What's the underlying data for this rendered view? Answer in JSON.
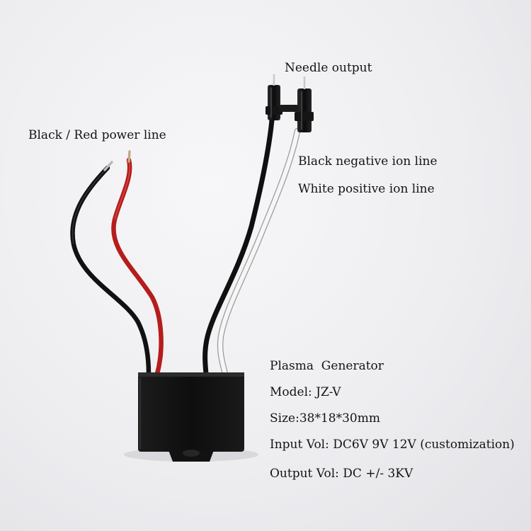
{
  "labels": {
    "needle_output": "Needle output",
    "power_line": "Black / Red power line",
    "negative_ion_line": "Black negative ion line",
    "positive_ion_line": "White positive ion line"
  },
  "specs": {
    "title": "Plasma  Generator",
    "model": "Model: JZ-V",
    "size": "Size:38*18*30mm",
    "input": "Input Vol: DC6V 9V 12V (customization)",
    "output": "Output Vol: DC +/- 3KV"
  },
  "colors": {
    "background": "#efeff2",
    "housing": "#141414",
    "black_wire": "#111111",
    "red_wire": "#c0201e",
    "white_wire": "#f4f4f4"
  }
}
